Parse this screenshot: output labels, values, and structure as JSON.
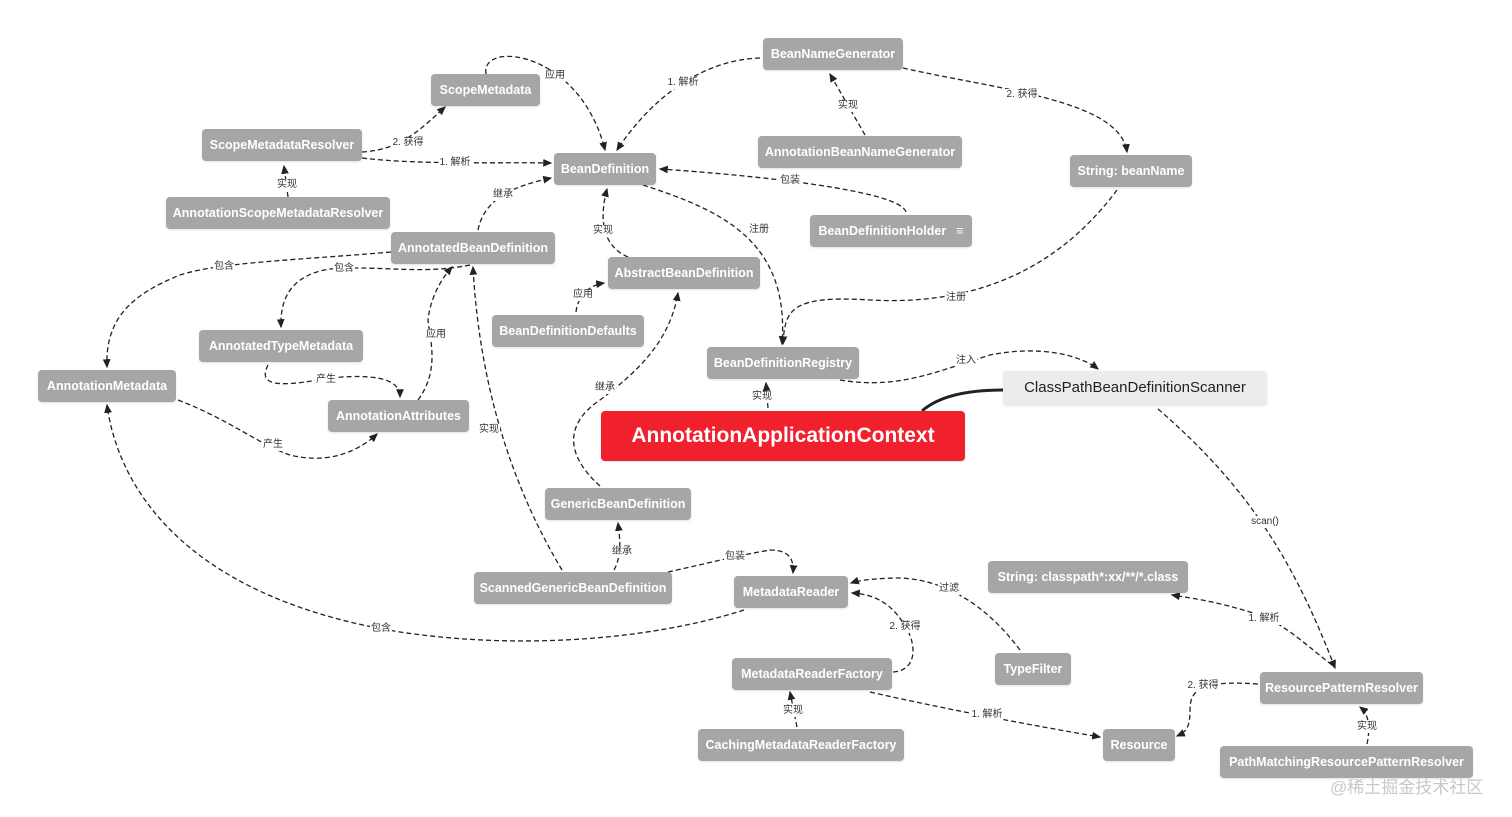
{
  "nodes": {
    "bean_name_generator": "BeanNameGenerator",
    "scope_metadata": "ScopeMetadata",
    "scope_metadata_resolver": "ScopeMetadataResolver",
    "bean_definition": "BeanDefinition",
    "annotation_bean_name_generator": "AnnotationBeanNameGenerator",
    "string_bean_name": "String: beanName",
    "annotation_scope_metadata_resolver": "AnnotationScopeMetadataResolver",
    "bean_definition_holder": "BeanDefinitionHolder",
    "annotated_bean_definition": "AnnotatedBeanDefinition",
    "abstract_bean_definition": "AbstractBeanDefinition",
    "bean_definition_defaults": "BeanDefinitionDefaults",
    "annotated_type_metadata": "AnnotatedTypeMetadata",
    "bean_definition_registry": "BeanDefinitionRegistry",
    "annotation_metadata": "AnnotationMetadata",
    "class_path_scanner": "ClassPathBeanDefinitionScanner",
    "annotation_attributes": "AnnotationAttributes",
    "root": "AnnotationApplicationContext",
    "generic_bean_definition": "GenericBeanDefinition",
    "scanned_generic_bean_definition": "ScannedGenericBeanDefinition",
    "metadata_reader": "MetadataReader",
    "string_classpath": "String: classpath*:xx/**/*.class",
    "type_filter": "TypeFilter",
    "metadata_reader_factory": "MetadataReaderFactory",
    "resource_pattern_resolver": "ResourcePatternResolver",
    "caching_metadata_reader_factory": "CachingMetadataReaderFactory",
    "resource": "Resource",
    "path_matching_resolver": "PathMatchingResourcePatternResolver"
  },
  "note_icon": "≡",
  "edges": [
    {
      "label": "应用"
    },
    {
      "label": "2. 获得"
    },
    {
      "label": "1. 解析"
    },
    {
      "label": "实现"
    },
    {
      "label": "1. 解析"
    },
    {
      "label": "实现"
    },
    {
      "label": "2. 获得"
    },
    {
      "label": "包装"
    },
    {
      "label": "继承"
    },
    {
      "label": "实现"
    },
    {
      "label": "注册"
    },
    {
      "label": "注册"
    },
    {
      "label": "应用"
    },
    {
      "label": "包含"
    },
    {
      "label": "包含"
    },
    {
      "label": "产生"
    },
    {
      "label": "应用"
    },
    {
      "label": "产生"
    },
    {
      "label": "包含"
    },
    {
      "label": "实现"
    },
    {
      "label": "继承"
    },
    {
      "label": "实现"
    },
    {
      "label": "注入"
    },
    {
      "label": ""
    },
    {
      "label": "scan()"
    },
    {
      "label": "继承"
    },
    {
      "label": "包装"
    },
    {
      "label": "过滤"
    },
    {
      "label": "2. 获得"
    },
    {
      "label": "实现"
    },
    {
      "label": "1. 解析"
    },
    {
      "label": "1. 解析"
    },
    {
      "label": "2. 获得"
    },
    {
      "label": "实现"
    }
  ],
  "watermark": "@稀土掘金技术社区",
  "colors": {
    "root": "#f0202c",
    "node": "#a6a6a6",
    "scanner": "#ececec"
  }
}
